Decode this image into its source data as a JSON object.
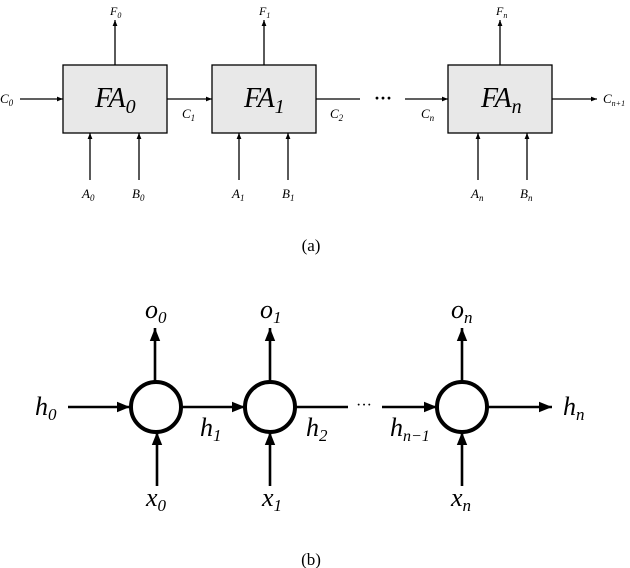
{
  "panel_a": {
    "caption": "(a)",
    "dots": "···",
    "blocks": [
      {
        "base": "FA",
        "sub": "0"
      },
      {
        "base": "FA",
        "sub": "1"
      },
      {
        "base": "FA",
        "sub": "n"
      }
    ],
    "outputs": [
      {
        "base": "F",
        "sub": "0"
      },
      {
        "base": "F",
        "sub": "1"
      },
      {
        "base": "F",
        "sub": "n"
      }
    ],
    "inputs_a": [
      {
        "base": "A",
        "sub": "0"
      },
      {
        "base": "A",
        "sub": "1"
      },
      {
        "base": "A",
        "sub": "n"
      }
    ],
    "inputs_b": [
      {
        "base": "B",
        "sub": "0"
      },
      {
        "base": "B",
        "sub": "1"
      },
      {
        "base": "B",
        "sub": "n"
      }
    ],
    "carries": [
      {
        "base": "C",
        "sub": "0"
      },
      {
        "base": "C",
        "sub": "1"
      },
      {
        "base": "C",
        "sub": "2"
      },
      {
        "base": "C",
        "sub": "n"
      },
      {
        "base": "C",
        "sub": "n+1"
      }
    ]
  },
  "panel_b": {
    "caption": "(b)",
    "dots": "···",
    "outputs": [
      {
        "base": "o",
        "sub": "0"
      },
      {
        "base": "o",
        "sub": "1"
      },
      {
        "base": "o",
        "sub": "n"
      }
    ],
    "inputs": [
      {
        "base": "x",
        "sub": "0"
      },
      {
        "base": "x",
        "sub": "1"
      },
      {
        "base": "x",
        "sub": "n"
      }
    ],
    "hidden": [
      {
        "base": "h",
        "sub": "0"
      },
      {
        "base": "h",
        "sub": "1"
      },
      {
        "base": "h",
        "sub": "2"
      },
      {
        "base": "h",
        "sub": "n−1"
      },
      {
        "base": "h",
        "sub": "n"
      }
    ]
  }
}
